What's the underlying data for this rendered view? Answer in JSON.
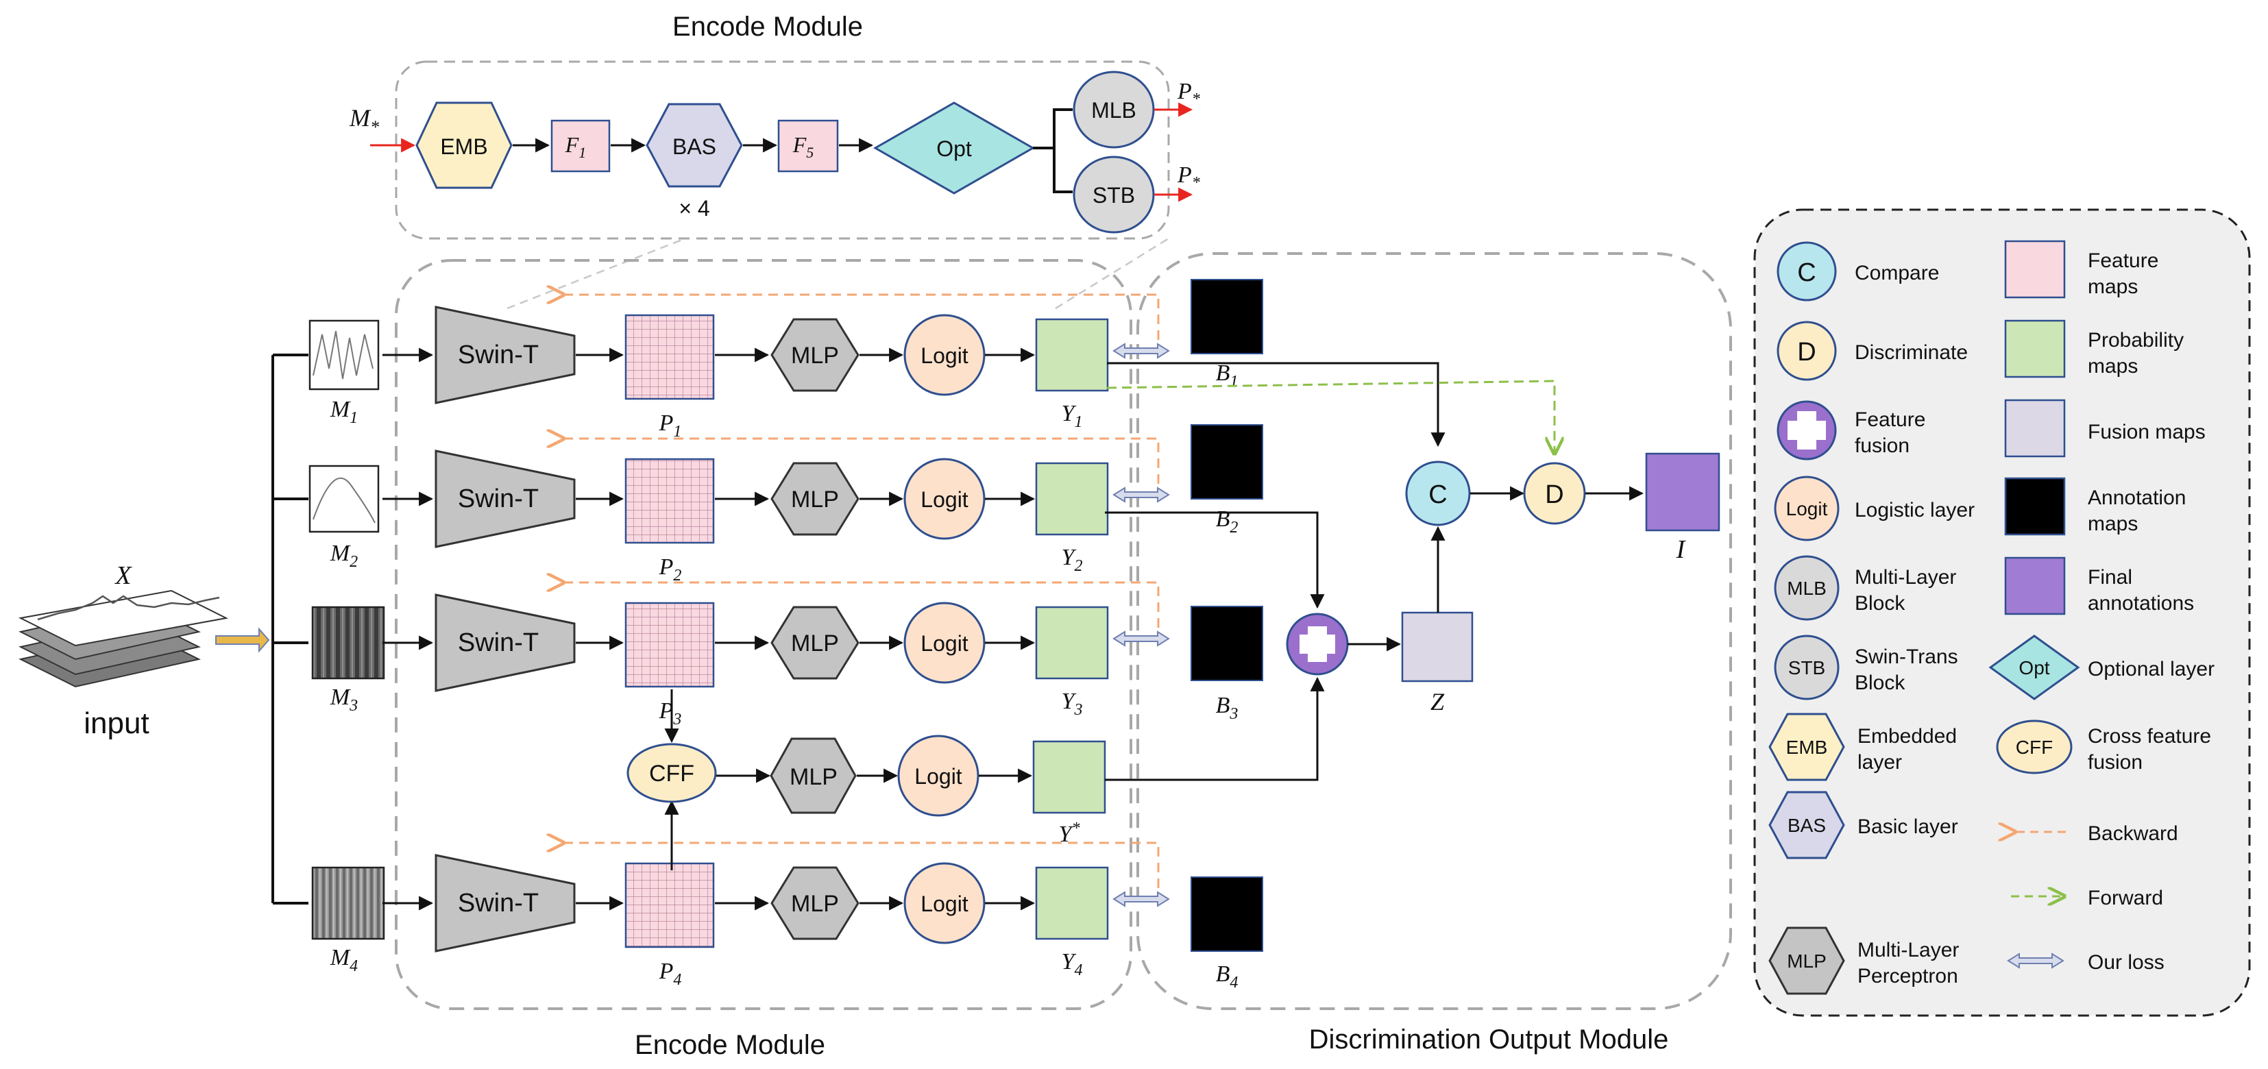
{
  "titles": {
    "encode_top": "Encode Module",
    "encode_bottom": "Encode Module",
    "discrimination": "Discrimination Output Module"
  },
  "encoder": {
    "input_label": "M",
    "input_sub": "*",
    "emb": "EMB",
    "f1": "F",
    "f1_sub": "1",
    "bas": "BAS",
    "repeat": "× 4",
    "f5": "F",
    "f5_sub": "5",
    "opt": "Opt",
    "mlb": "MLB",
    "stb": "STB",
    "out1": "P",
    "out1_sub": "*",
    "out2": "P",
    "out2_sub": "*"
  },
  "input": {
    "x_label": "X",
    "caption": "input"
  },
  "rows": [
    {
      "m": "M",
      "m_sub": "1",
      "swin": "Swin-T",
      "p": "P",
      "p_sub": "1",
      "mlp": "MLP",
      "logit": "Logit",
      "y": "Y",
      "y_sub": "1",
      "b": "B",
      "b_sub": "1"
    },
    {
      "m": "M",
      "m_sub": "2",
      "swin": "Swin-T",
      "p": "P",
      "p_sub": "2",
      "mlp": "MLP",
      "logit": "Logit",
      "y": "Y",
      "y_sub": "2",
      "b": "B",
      "b_sub": "2"
    },
    {
      "m": "M",
      "m_sub": "3",
      "swin": "Swin-T",
      "p": "P",
      "p_sub": "3",
      "mlp": "MLP",
      "logit": "Logit",
      "y": "Y",
      "y_sub": "3",
      "b": "B",
      "b_sub": "3"
    },
    {
      "m": "M",
      "m_sub": "4",
      "swin": "Swin-T",
      "p": "P",
      "p_sub": "4",
      "mlp": "MLP",
      "logit": "Logit",
      "y": "Y",
      "y_sub": "4",
      "b": "B",
      "b_sub": "4"
    }
  ],
  "cff_row": {
    "cff": "CFF",
    "mlp": "MLP",
    "logit": "Logit",
    "y": "Y",
    "y_sup": "*"
  },
  "output": {
    "compare": "C",
    "discriminate": "D",
    "z": "Z",
    "i": "I"
  },
  "legend": [
    {
      "symbol": "C",
      "label1": "Compare",
      "label2": ""
    },
    {
      "symbol": "",
      "label1": "Feature",
      "label2": "maps"
    },
    {
      "symbol": "D",
      "label1": "Discriminate",
      "label2": ""
    },
    {
      "symbol": "",
      "label1": "Probability",
      "label2": "maps"
    },
    {
      "symbol": "",
      "label1": "Feature",
      "label2": "fusion"
    },
    {
      "symbol": "",
      "label1": "Fusion maps",
      "label2": ""
    },
    {
      "symbol": "Logit",
      "label1": "Logistic layer",
      "label2": ""
    },
    {
      "symbol": "",
      "label1": "Annotation",
      "label2": "maps"
    },
    {
      "symbol": "MLB",
      "label1": "Multi-Layer",
      "label2": "Block"
    },
    {
      "symbol": "",
      "label1": "Final",
      "label2": "annotations"
    },
    {
      "symbol": "STB",
      "label1": "Swin-Trans",
      "label2": "Block"
    },
    {
      "symbol": "Opt",
      "label1": "Optional layer",
      "label2": ""
    },
    {
      "symbol": "EMB",
      "label1": "Embedded",
      "label2": "layer"
    },
    {
      "symbol": "CFF",
      "label1": "Cross feature",
      "label2": "fusion"
    },
    {
      "symbol": "BAS",
      "label1": "Basic layer",
      "label2": ""
    },
    {
      "symbol": "",
      "label1": "Backward",
      "label2": ""
    },
    {
      "symbol": "",
      "label1": "Forward",
      "label2": ""
    },
    {
      "symbol": "MLP",
      "label1": "Multi-Layer",
      "label2": "Perceptron"
    },
    {
      "symbol": "",
      "label1": "Our loss",
      "label2": ""
    }
  ],
  "colors": {
    "emb": "#fdf0c6",
    "feature": "#f9d8e0",
    "bas": "#d8d8ea",
    "opt": "#a8e4e2",
    "mlb": "#d9d9d9",
    "swin": "#c4c4c4",
    "logit": "#fde1cb",
    "prob": "#cde6b5",
    "fusion": "#dcd8e6",
    "final": "#a07cd4",
    "fusion_op": "#9a70cc",
    "compare": "#b8e6ee",
    "discriminate": "#fdedc6",
    "cff": "#fdedc6",
    "backward": "#f4a772",
    "forward": "#8cc04a",
    "loss": "#8f9fc8",
    "stroke": "#2f4f8f",
    "dash": "#a8a8a8",
    "red": "#e8261f"
  }
}
